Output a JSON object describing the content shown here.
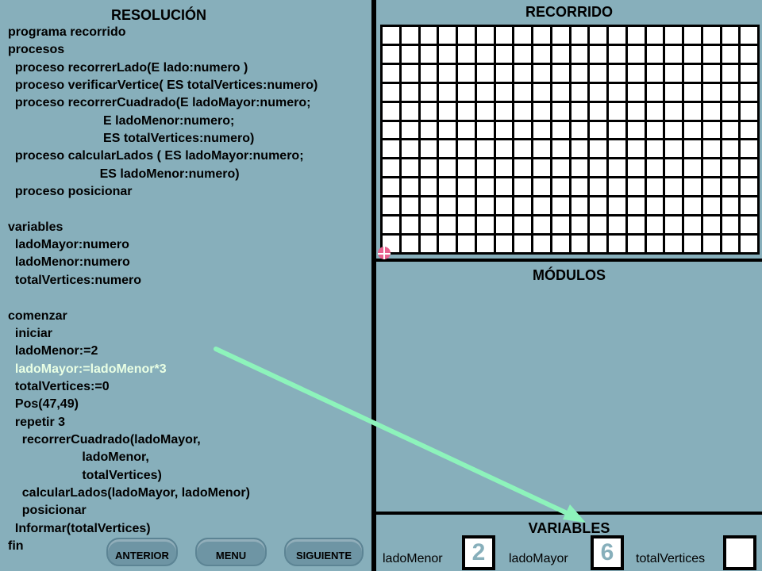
{
  "headings": {
    "resolucion": "RESOLUCIÓN",
    "recorrido": "RECORRIDO",
    "modulos": "MÓDULOS",
    "variables": "VARIABLES"
  },
  "code": [
    "programa recorrido",
    "procesos",
    "  proceso recorrerLado(E lado:numero )",
    "  proceso verificarVertice( ES totalVertices:numero)",
    "  proceso recorrerCuadrado(E ladoMayor:numero;",
    "                           E ladoMenor:numero;",
    "                           ES totalVertices:numero)",
    "  proceso calcularLados ( ES ladoMayor:numero;",
    "                          ES ladoMenor:numero)",
    "  proceso posicionar",
    "",
    "variables",
    "  ladoMayor:numero",
    "  ladoMenor:numero",
    "  totalVertices:numero",
    "",
    "comenzar",
    "  iniciar",
    "  ladoMenor:=2",
    "  ladoMayor:=ladoMenor*3",
    "  totalVertices:=0",
    "  Pos(47,49)",
    "  repetir 3",
    "    recorrerCuadrado(ladoMayor,",
    "                     ladoMenor,",
    "                     totalVertices)",
    "    calcularLados(ladoMayor, ladoMenor)",
    "    posicionar",
    "  Informar(totalVertices)",
    "fin"
  ],
  "highlighted_line": 19,
  "grid": {
    "columns": 20,
    "rows": 12
  },
  "nav": {
    "prev": "ANTERIOR",
    "menu": "MENU",
    "next": "SIGUIENTE"
  },
  "variables": {
    "ladoMenor": {
      "label": "ladoMenor",
      "value": "2"
    },
    "ladoMayor": {
      "label": "ladoMayor",
      "value": "6"
    },
    "totalVertices": {
      "label": "totalVertices",
      "value": ""
    }
  },
  "colors": {
    "background": "#87AFBB",
    "highlight_text": "#E9FFE4",
    "arrow": "#8DF3BB",
    "robot_marker": "#E8628E"
  }
}
